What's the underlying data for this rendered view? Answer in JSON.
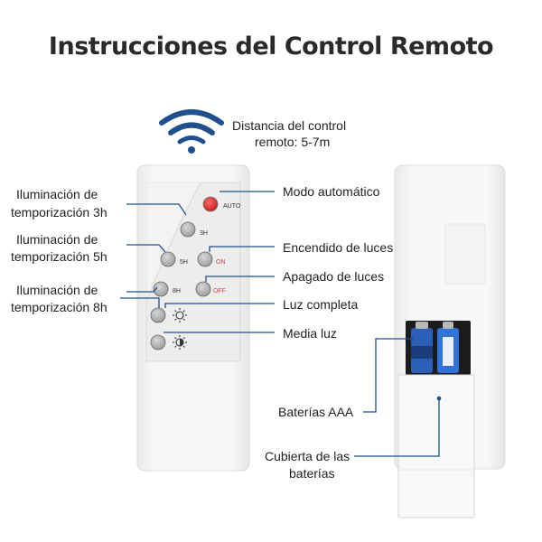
{
  "title": "Instrucciones del Control Remoto",
  "icons": {
    "wifi": "wifi-signal-icon",
    "full_light": "sun-icon",
    "half_light": "half-sun-icon"
  },
  "colors": {
    "accent_blue": "#1f4f8f",
    "auto_button": "#e02424",
    "off_label": "#d64040"
  },
  "remote_front": {
    "buttons": {
      "auto": "AUTO",
      "b3h": "3H",
      "b5h": "5H",
      "on": "ON",
      "b8h": "8H",
      "off": "OFF"
    }
  },
  "labels": {
    "distance_line1": "Distancia del control",
    "distance_line2": "remoto: 5-7m",
    "timer3_line1": "Iluminación de",
    "timer3_line2": "temporización 3h",
    "timer5_line1": "Iluminación de",
    "timer5_line2": "temporización 5h",
    "timer8_line1": "Iluminación de",
    "timer8_line2": "temporización 8h",
    "auto_mode": "Modo automático",
    "lights_on": "Encendido de luces",
    "lights_off": "Apagado de luces",
    "full_light": "Luz completa",
    "half_light": "Media luz",
    "batteries": "Baterías AAA",
    "cover_line1": "Cubierta de las",
    "cover_line2": "baterías"
  }
}
